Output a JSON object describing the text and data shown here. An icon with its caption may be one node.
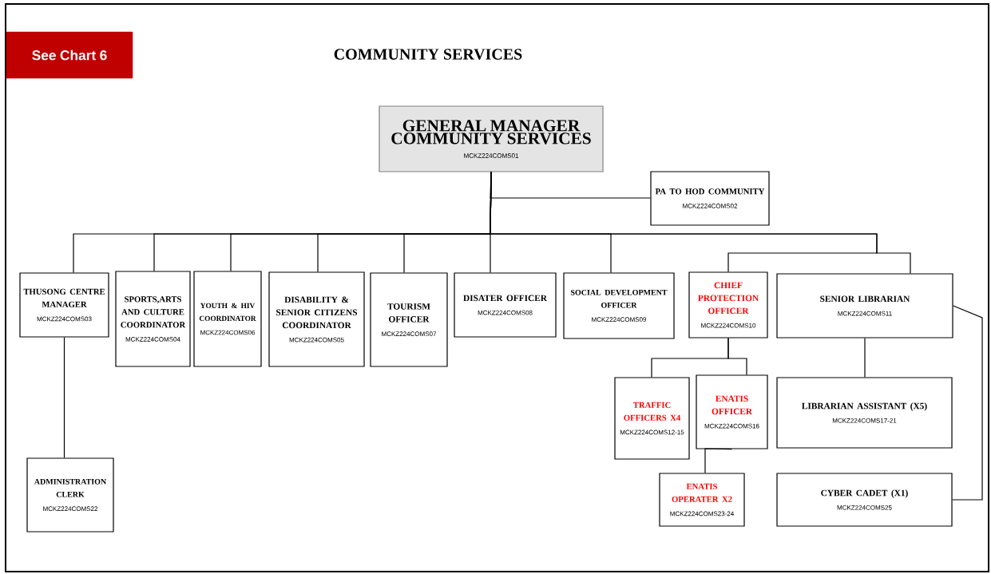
{
  "diagram": {
    "title": "COMMUNITY SERVICES",
    "nodes": [
      {
        "text": [
          "See Chart 6"
        ]
      },
      {
        "text": [
          "GENERAL MANAGER COMMUNITY SERVICES",
          "MCKZ224COMS01"
        ]
      },
      {
        "text": [
          "PA TO HOD COMMUNITY",
          "MCKZ224COMS02"
        ]
      },
      {
        "text": [
          "THUSONG CENTRE MANAGER",
          "MCKZ224COMS03"
        ]
      },
      {
        "text": [
          "SPORTS,ARTS AND CULTURE COORDINATOR",
          "MCKZ224COMS04"
        ]
      },
      {
        "text": [
          "YOUTH & HIV COORDINATOR",
          "MCKZ224COMS06"
        ]
      },
      {
        "text": [
          "DISABILITY & SENIOR CITIZENS COORDINATOR",
          "MCKZ224COMS05"
        ]
      },
      {
        "text": [
          "TOURISM OFFICER",
          "MCKZ224COMS07"
        ]
      },
      {
        "text": [
          "DISATER OFFICER",
          "MCKZ224COMS08"
        ]
      },
      {
        "text": [
          "SOCIAL DEVELOPMENT OFFICER",
          "MCKZ224COMS09"
        ]
      },
      {
        "text": [
          "CHIEF PROTECTION OFFICER",
          "MCKZ224COMS10"
        ]
      },
      {
        "text": [
          "SENIOR LIBRARIAN",
          "MCKZ224COMS11"
        ]
      },
      {
        "text": [
          "TRAFFIC OFFICERS X4",
          "MCKZ224COMS12-15"
        ]
      },
      {
        "text": [
          "ENATIS OFFICER",
          "MCKZ224COMS16"
        ]
      },
      {
        "text": [
          "LIBRARIAN ASSISTANT (X5)",
          "MCKZ224COMS17-21"
        ]
      },
      {
        "text": [
          "ENATIS OPERATER X2",
          "MCKZ224COMS23-24"
        ]
      },
      {
        "text": [
          "ADMINISTRATION CLERK",
          "MCKZ224COMS22"
        ]
      },
      {
        "text": [
          "CYBER CADET (X1)",
          "MCKZ224COMS25"
        ]
      }
    ],
    "edges": [
      {
        "from": 1,
        "to": 2,
        "arrow": "none"
      },
      {
        "from": 1,
        "to": 3,
        "arrow": "none"
      },
      {
        "from": 1,
        "to": 4,
        "arrow": "none"
      },
      {
        "from": 1,
        "to": 5,
        "arrow": "none"
      },
      {
        "from": 1,
        "to": 6,
        "arrow": "none"
      },
      {
        "from": 1,
        "to": 7,
        "arrow": "none"
      },
      {
        "from": 1,
        "to": 8,
        "arrow": "none"
      },
      {
        "from": 1,
        "to": 9,
        "arrow": "none"
      },
      {
        "from": 1,
        "to": 10,
        "arrow": "none"
      },
      {
        "from": 1,
        "to": 11,
        "arrow": "none"
      },
      {
        "from": 3,
        "to": 16,
        "arrow": "none"
      },
      {
        "from": 10,
        "to": 12,
        "arrow": "none"
      },
      {
        "from": 10,
        "to": 13,
        "arrow": "none"
      },
      {
        "from": 13,
        "to": 15,
        "arrow": "none"
      },
      {
        "from": 11,
        "to": 14,
        "arrow": "none"
      },
      {
        "from": 11,
        "to": 17,
        "arrow": "none"
      }
    ]
  }
}
